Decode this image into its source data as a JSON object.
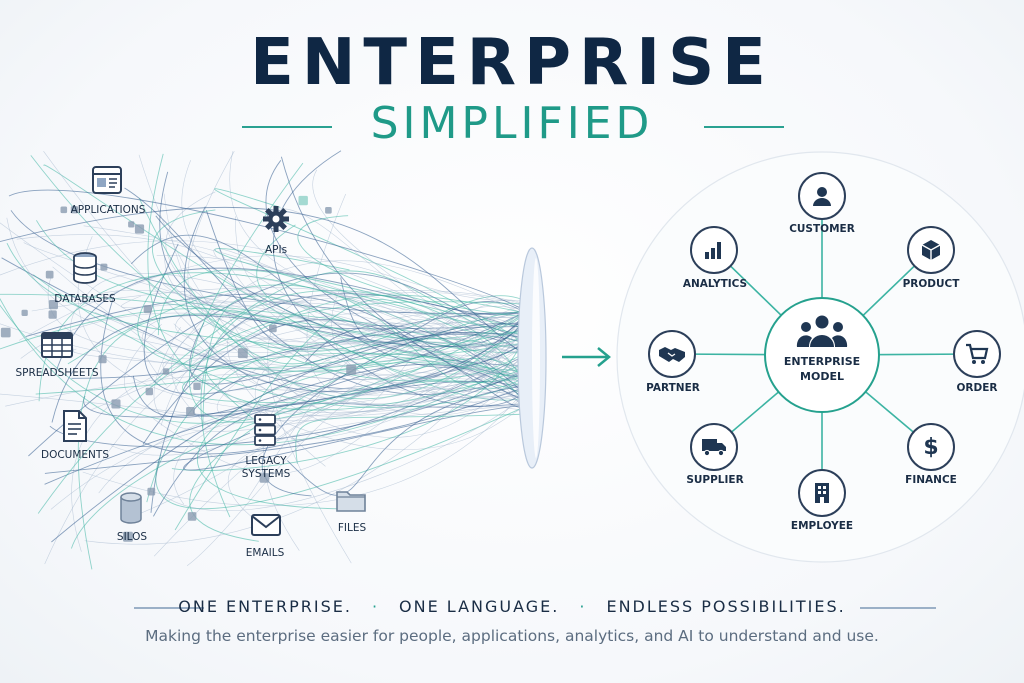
{
  "header": {
    "title": "ENTERPRISE",
    "subtitle": "SIMPLIFIED"
  },
  "sources": [
    {
      "id": "applications",
      "label": "APPLICATIONS",
      "icon": "application-window-icon"
    },
    {
      "id": "apis",
      "label": "APIs",
      "icon": "gear-icon"
    },
    {
      "id": "databases",
      "label": "DATABASES",
      "icon": "database-icon"
    },
    {
      "id": "spreadsheets",
      "label": "SPREADSHEETS",
      "icon": "spreadsheet-icon"
    },
    {
      "id": "documents",
      "label": "DOCUMENTS",
      "icon": "document-icon"
    },
    {
      "id": "legacy",
      "label_line1": "LEGACY",
      "label_line2": "SYSTEMS",
      "icon": "server-icon"
    },
    {
      "id": "silos",
      "label": "SILOS",
      "icon": "cylinder-icon"
    },
    {
      "id": "emails",
      "label": "EMAILS",
      "icon": "envelope-icon"
    },
    {
      "id": "files",
      "label": "FILES",
      "icon": "folder-icon"
    }
  ],
  "model": {
    "center_line1": "ENTERPRISE",
    "center_line2": "MODEL",
    "center_icon": "people-group-icon",
    "entities": [
      {
        "label": "CUSTOMER",
        "icon": "person-icon"
      },
      {
        "label": "PRODUCT",
        "icon": "box-icon"
      },
      {
        "label": "ORDER",
        "icon": "cart-icon"
      },
      {
        "label": "FINANCE",
        "icon": "dollar-icon"
      },
      {
        "label": "EMPLOYEE",
        "icon": "building-icon"
      },
      {
        "label": "SUPPLIER",
        "icon": "truck-icon"
      },
      {
        "label": "PARTNER",
        "icon": "handshake-icon"
      },
      {
        "label": "ANALYTICS",
        "icon": "bar-chart-icon"
      }
    ]
  },
  "footer": {
    "slogan_1": "ONE ENTERPRISE.",
    "slogan_2": "ONE LANGUAGE.",
    "slogan_3": "ENDLESS POSSIBILITIES.",
    "tagline": "Making the enterprise easier for people, applications, analytics, and AI to understand and use."
  },
  "colors": {
    "navy": "#0f2744",
    "teal": "#1f9a88",
    "line_blue": "#8fa6c3",
    "line_teal": "#3cb4a3"
  }
}
